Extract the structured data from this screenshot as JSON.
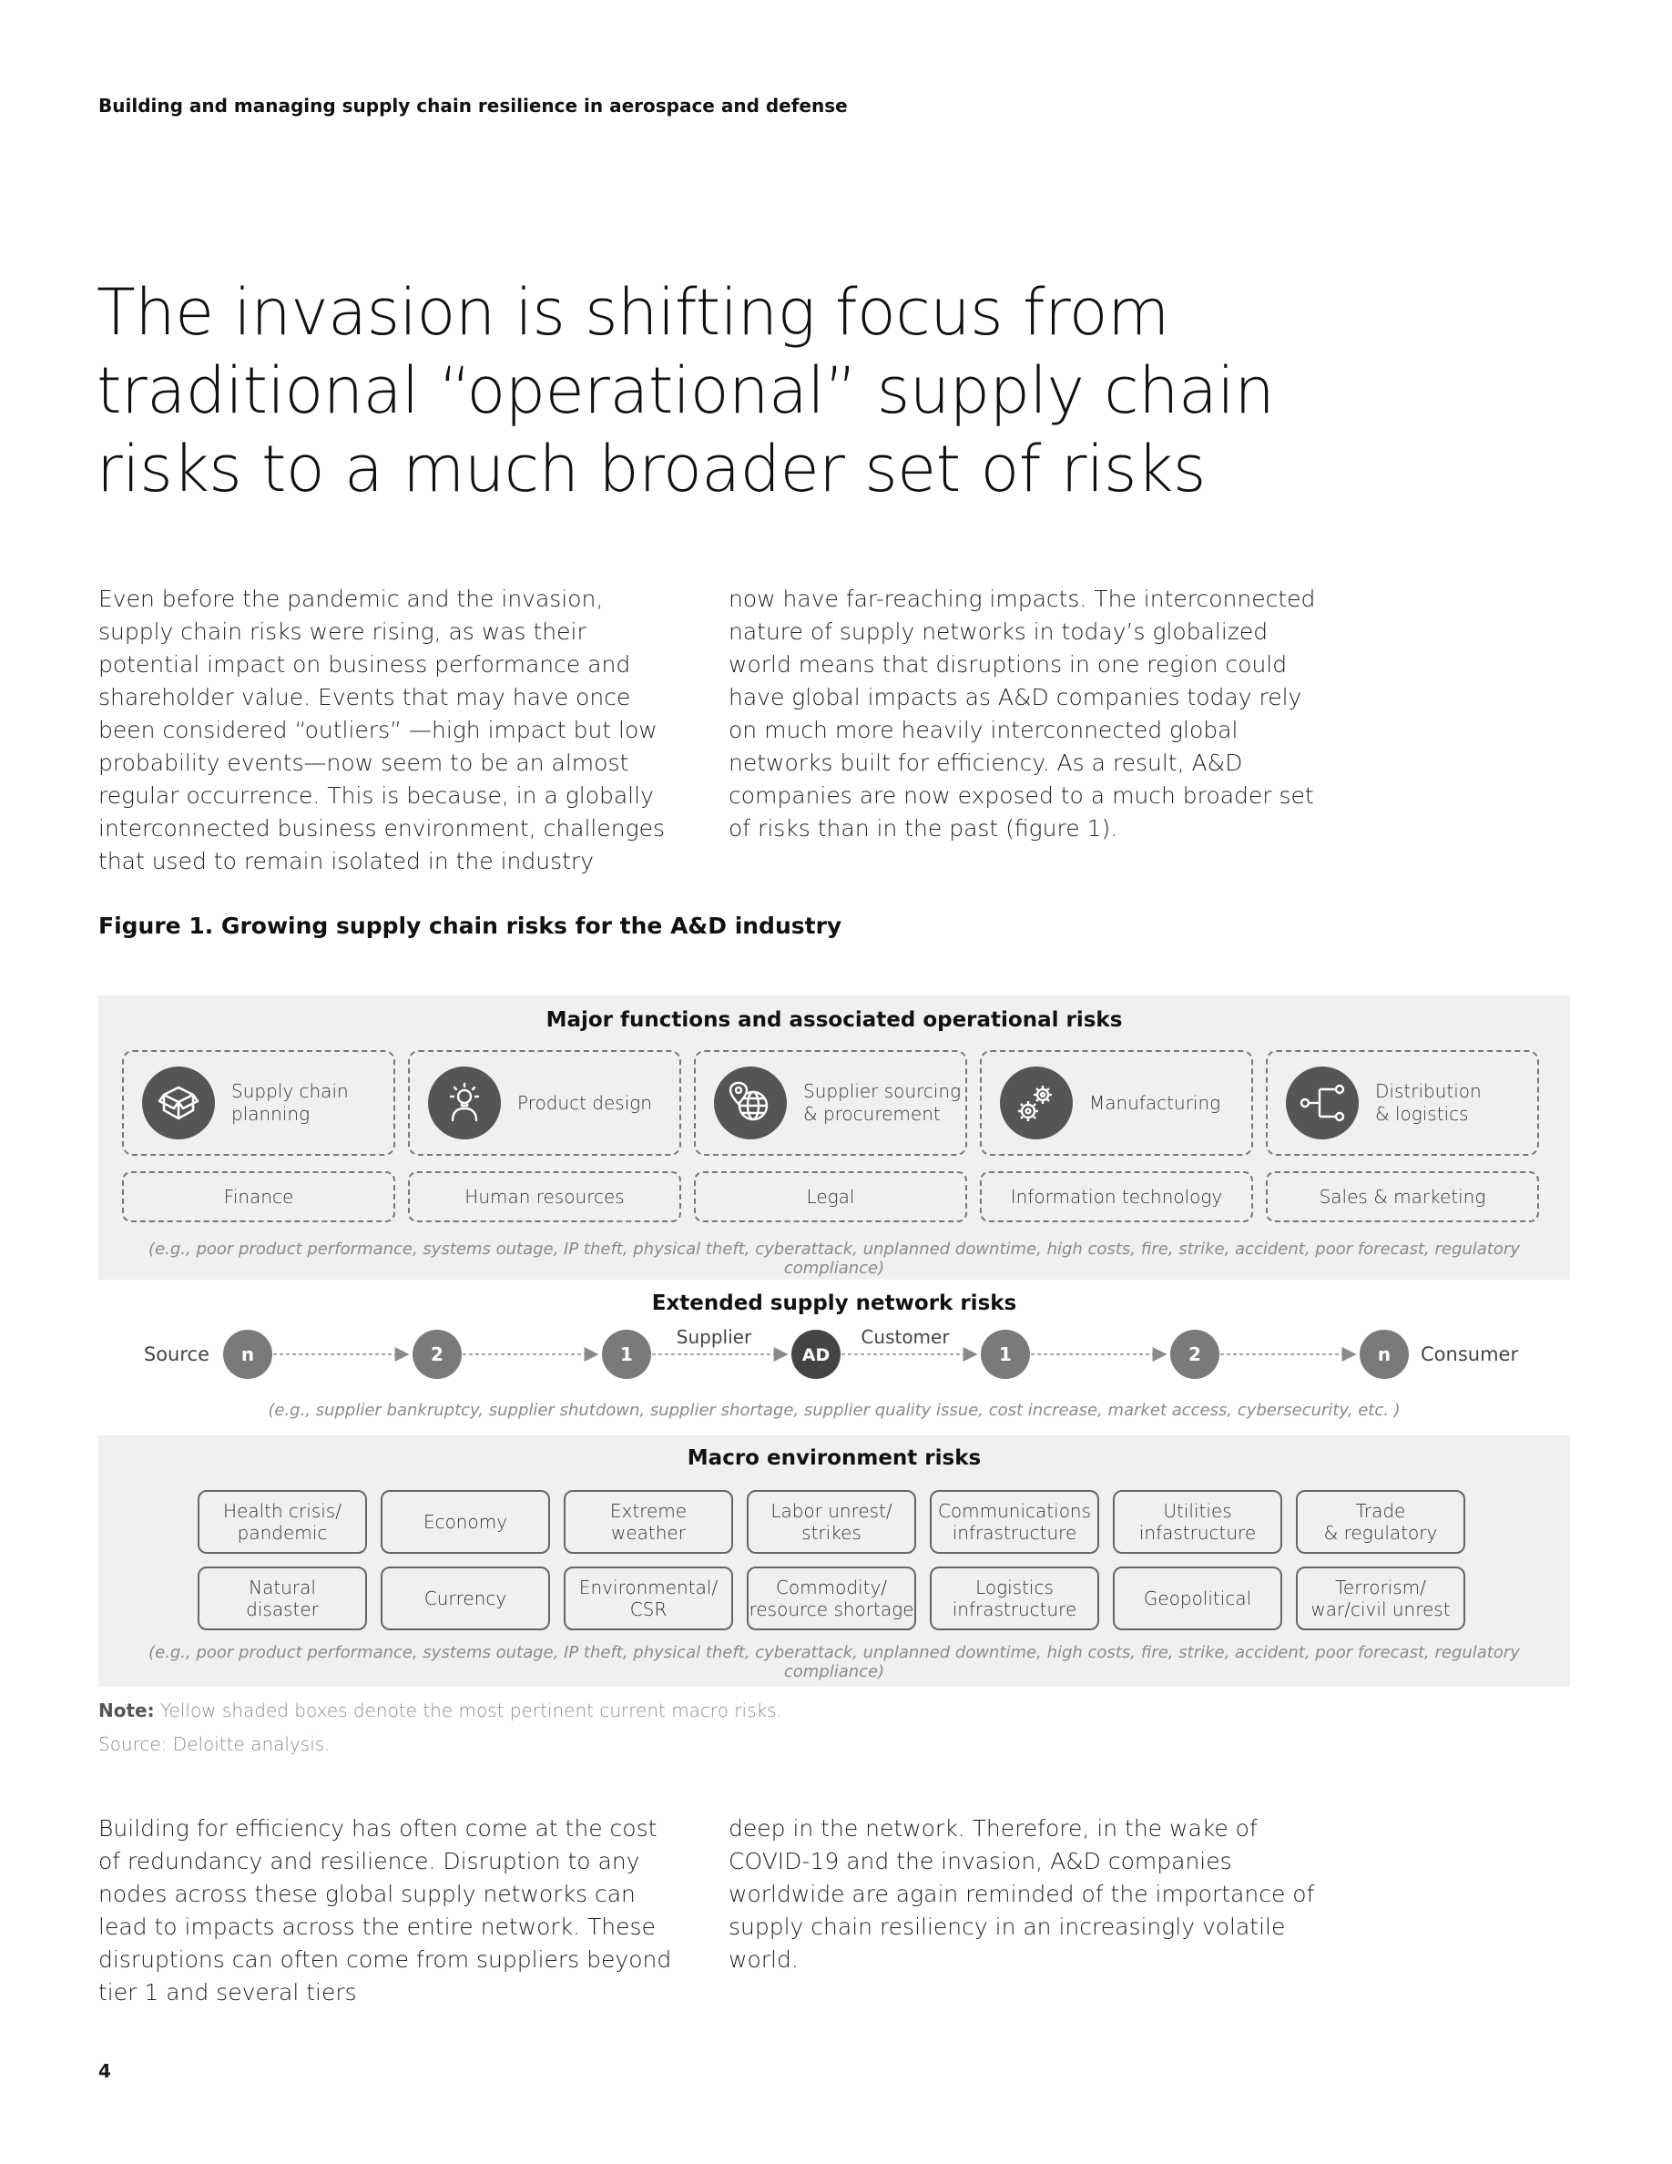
{
  "running_header": "Building and managing supply chain resilience in aerospace and defense",
  "title": "The invasion is shifting focus from traditional “operational” supply chain risks to a much broader set of risks",
  "intro": {
    "col1": "Even before the pandemic and the invasion, supply chain risks were rising, as was their potential impact on business performance and shareholder value. Events that may have once been considered “outliers” —high impact but low probability events—now seem to be an almost regular occurrence. This is because, in a globally interconnected business environment, challenges that used to remain isolated in the industry",
    "col2": "now have far-reaching impacts. The interconnected nature of supply networks in today’s globalized world means that disruptions in one region could have global impacts as A&D companies today rely on much more heavily interconnected global networks built for efficiency. As a result, A&D companies are now exposed to a much broader set of risks than in the past (figure 1)."
  },
  "figure": {
    "title": "Figure 1. Growing supply chain risks for the A&D industry",
    "operational": {
      "heading": "Major functions and associated operational risks",
      "functions": [
        {
          "label": "Supply chain\nplanning",
          "icon": "box-icon"
        },
        {
          "label": "Product design",
          "icon": "lightbulb-person-icon"
        },
        {
          "label": "Supplier sourcing\n& procurement",
          "icon": "globe-pin-icon"
        },
        {
          "label": "Manufacturing",
          "icon": "gears-icon"
        },
        {
          "label": "Distribution\n& logistics",
          "icon": "network-icon"
        }
      ],
      "support": [
        "Finance",
        "Human resources",
        "Legal",
        "Information technology",
        "Sales & marketing"
      ],
      "examples": "(e.g., poor product performance, systems outage, IP theft, physical theft, cyberattack, unplanned downtime, high costs, fire, strike, accident, poor forecast, regulatory compliance)"
    },
    "network": {
      "heading": "Extended supply network risks",
      "source_label": "Source",
      "consumer_label": "Consumer",
      "supplier_label": "Supplier",
      "customer_label": "Customer",
      "nodes": [
        "n",
        "2",
        "1",
        "AD",
        "1",
        "2",
        "n"
      ],
      "examples": "(e.g., supplier bankruptcy, supplier shutdown, supplier shortage, supplier quality issue, cost increase, market access, cybersecurity, etc. )"
    },
    "macro": {
      "heading": "Macro environment risks",
      "row1": [
        "Health crisis/\npandemic",
        "Economy",
        "Extreme\nweather",
        "Labor unrest/\nstrikes",
        "Communications\ninfrastructure",
        "Utilities\ninfastructure",
        "Trade\n& regulatory"
      ],
      "row2": [
        "Natural\ndisaster",
        "Currency",
        "Environmental/\nCSR",
        "Commodity/\nresource shortage",
        "Logistics\ninfrastructure",
        "Geopolitical",
        "Terrorism/\nwar/civil unrest"
      ],
      "examples": "(e.g., poor product performance, systems outage, IP theft, physical theft, cyberattack, unplanned downtime, high costs, fire, strike, accident, poor forecast, regulatory compliance)"
    },
    "note_label": "Note:",
    "note_text": "Yellow shaded boxes denote the most pertinent current macro risks.",
    "source": "Source: Deloitte analysis."
  },
  "outro": {
    "col1": "Building for efficiency has often come at the cost of redundancy and resilience. Disruption to any nodes across these global supply networks can lead to impacts across the entire network. These disruptions can often come from suppliers beyond tier 1 and several tiers",
    "col2": "deep in the network. Therefore, in the wake of COVID-19 and the invasion, A&D companies worldwide are again reminded of the importance of supply chain resiliency in an increasingly volatile world."
  },
  "page_number": "4",
  "colors": {
    "panel": "#f0f0f0",
    "node": "#7a7a7a",
    "node_ad": "#444444",
    "icon_bg": "#555555"
  }
}
